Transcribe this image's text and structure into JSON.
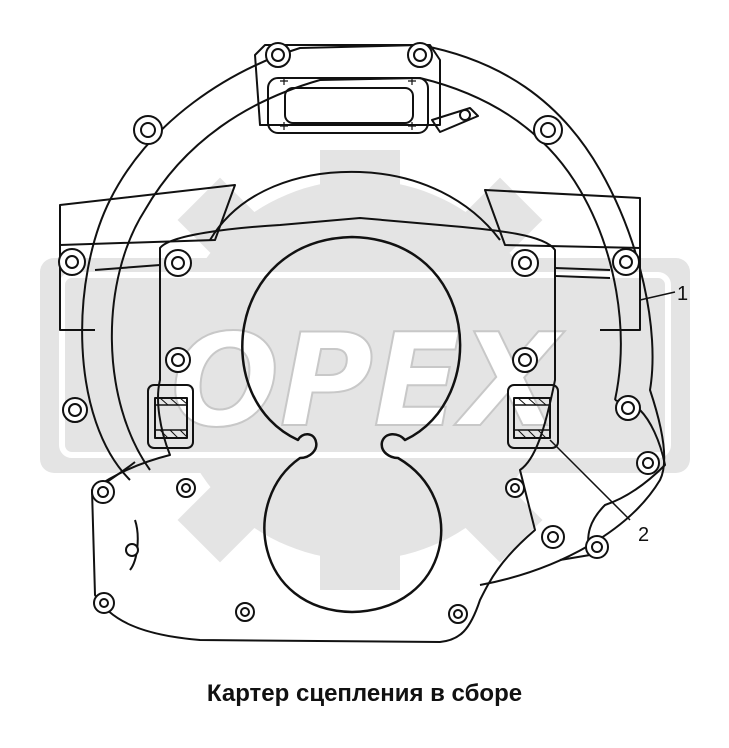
{
  "caption": "Картер сцепления в сборе",
  "callouts": {
    "one": "1",
    "two": "2"
  },
  "watermark": {
    "text": "OPEX"
  },
  "colors": {
    "line": "#111111",
    "watermark_fill": "#e4e4e4",
    "watermark_stroke": "#c8c8c8"
  }
}
